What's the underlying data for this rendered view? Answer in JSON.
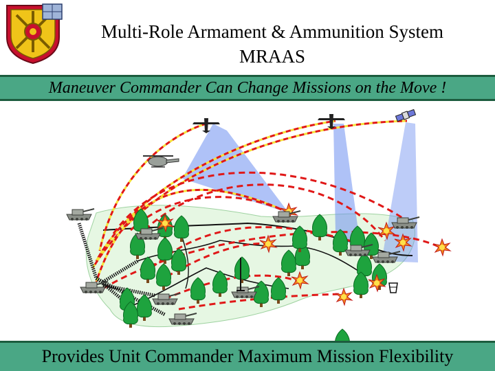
{
  "header": {
    "title_line1": "Multi-Role Armament & Ammunition System",
    "title_line2": "MRAAS"
  },
  "banner": {
    "text": "Maneuver Commander Can Change Missions on the Move !"
  },
  "footer": {
    "text": "Provides Unit Commander Maximum Mission Flexibility"
  },
  "colors": {
    "banner_bg": "#4aa785",
    "terrain": "#e6f7e3",
    "tree": "#1ea33e",
    "trajectory_red": "#e01818",
    "trajectory_yellow": "#f5e33a",
    "sensor_beam": "#6d8ff0"
  },
  "icons": [
    "crest-logo-icon",
    "uav-icon",
    "satellite-icon",
    "helicopter-icon",
    "tank-icon",
    "tree-icon",
    "explosion-icon",
    "artillery-launcher-icon"
  ]
}
